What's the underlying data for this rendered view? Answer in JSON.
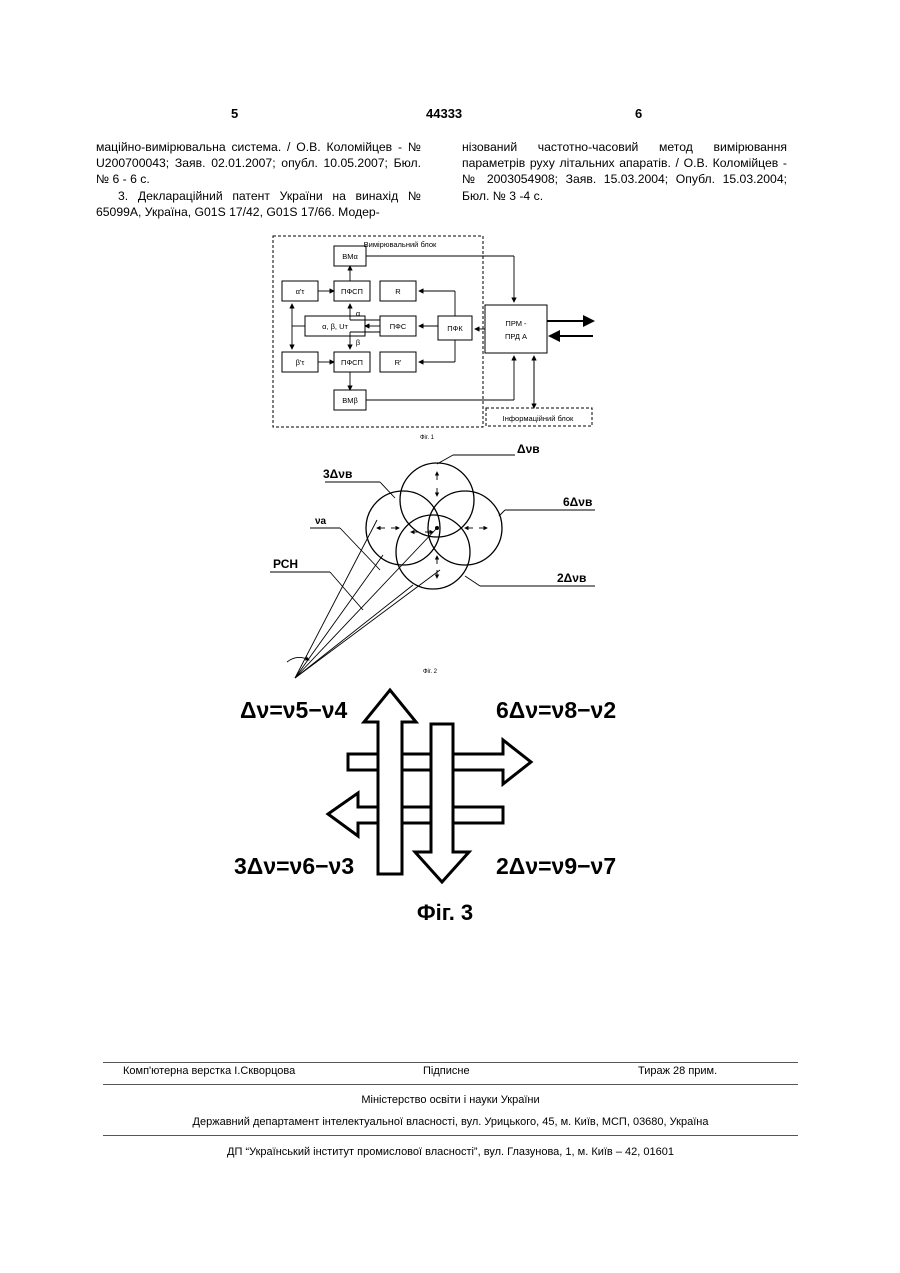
{
  "header": {
    "page_left": "5",
    "patent_no": "44333",
    "page_right": "6"
  },
  "left_column": [
    "маційно-вимірювальна система. / О.В. Коломійцев - № U200700043; Заяв. 02.01.2007; опубл. 10.05.2007; Бюл. № 6 - 6 с.",
    "3. Декларaційний патент України на винахід № 65099А, Україна, G01S 17/42, G01S 17/66. Модер-"
  ],
  "right_column": [
    "нізований частотно-часовий метод вимірювання параметрів руху літальних апаратів. / О.В. Коломійцев - № 2003054908; Заяв. 15.03.2004; Опубл. 15.03.2004; Бюл. № 3 -4 с."
  ],
  "fig1": {
    "caption": "Фіг. 1",
    "measure_block_label": "Вимірювальний блок",
    "info_block_label": "Інформаційний блок",
    "blocks": {
      "vm_a": "ВМα",
      "vm_b": "ВМβ",
      "pfsp_top": "ПФСП",
      "pfsp_bottom": "ПФСП",
      "alpha_tau": "α'τ",
      "beta_tau": "β'τ",
      "abu": "α, β, Uт",
      "pfs": "ПФС",
      "pfk": "ПФК",
      "r_top": "R",
      "r_bottom": "R'",
      "prm_line1": "ПРМ -",
      "prm_line2": "ПРД  А"
    },
    "alpha": "α",
    "beta": "β"
  },
  "fig2": {
    "caption": "Фіг. 2",
    "labels": {
      "dv": "Δνв",
      "three_dv": "3Δνв",
      "six_dv": "6Δνв",
      "two_dv": "2Δνв",
      "v_a": "νа",
      "rsn": "РСН"
    }
  },
  "fig3": {
    "caption": "Фіг. 3",
    "top_left": "Δν=ν5−ν4",
    "top_right": "6Δν=ν8−ν2",
    "bottom_left": "3Δν=ν6−ν3",
    "bottom_right": "2Δν=ν9−ν7"
  },
  "footer": {
    "layout": "Комп'ютерна верстка І.Скворцова",
    "signed": "Підписне",
    "copies": "Тираж 28 прим.",
    "ministry": "Міністерство освіти і науки України",
    "department": "Державний департамент інтелектуальної власності, вул. Урицького, 45, м. Київ, МСП, 03680, Україна",
    "institute": "ДП “Український інститут промислової власності”, вул. Глазунова, 1, м. Київ – 42, 01601"
  }
}
